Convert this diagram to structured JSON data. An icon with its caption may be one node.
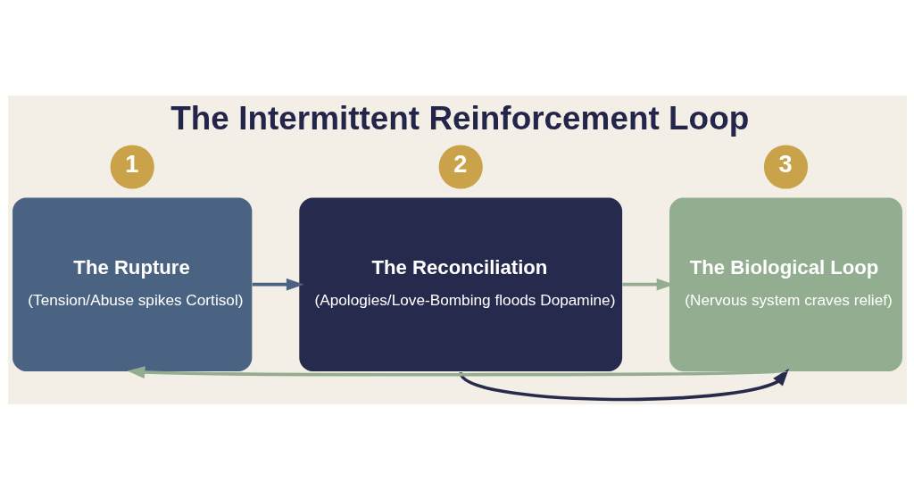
{
  "diagram": {
    "title": "The Intermittent Reinforcement Loop",
    "nodes": [
      {
        "text": [
          "1"
        ]
      },
      {
        "text": [
          "The Rupture",
          "(Tension/Abuse spikes Cortisol)"
        ]
      },
      {
        "text": [
          "2"
        ]
      },
      {
        "text": [
          "The Reconciliation",
          "(Apologies/Love-Bombing floods Dopamine)"
        ]
      },
      {
        "text": [
          "3"
        ]
      },
      {
        "text": [
          "The Biological Loop",
          "(Nervous system craves relief)"
        ]
      }
    ],
    "edges": [
      {
        "from": 1,
        "to": 3,
        "arrow": "to",
        "color": "#4b6383"
      },
      {
        "from": 3,
        "to": 5,
        "arrow": "to",
        "color": "#93ad90"
      },
      {
        "from": 3,
        "to": 5,
        "arrow": "to",
        "color": "#262a4d"
      },
      {
        "from": 5,
        "to": 1,
        "arrow": "to",
        "color": "#93ad90"
      }
    ]
  }
}
